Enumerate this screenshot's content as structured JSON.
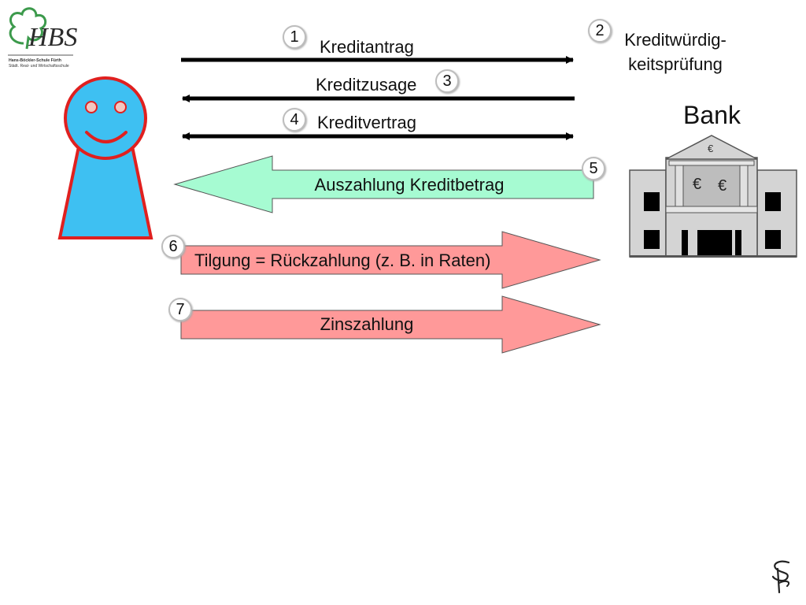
{
  "logo": {
    "letters": "HBS",
    "line1": "Hans-Böckler-Schule Fürth",
    "line2": "Städt. Real- und Wirtschaftsschule"
  },
  "steps": [
    {
      "number": "1",
      "label": "Kreditantrag"
    },
    {
      "number": "2",
      "label_line1": "Kreditwürdig-",
      "label_line2": "keitsprüfung"
    },
    {
      "number": "3",
      "label": "Kreditzusage"
    },
    {
      "number": "4",
      "label": "Kreditvertrag"
    },
    {
      "number": "5",
      "label": "Auszahlung Kreditbetrag"
    },
    {
      "number": "6",
      "label": "Tilgung = Rückzahlung (z. B. in Raten)"
    },
    {
      "number": "7",
      "label": "Zinszahlung"
    }
  ],
  "bank": {
    "title": "Bank",
    "currency_symbol": "€"
  },
  "colors": {
    "person_fill": "#3ec0f2",
    "person_outline": "#e0201f",
    "payout_arrow": "#a6fbd2",
    "repayment_arrow": "#ff9999",
    "bank_gray": "#d4d4d4"
  }
}
